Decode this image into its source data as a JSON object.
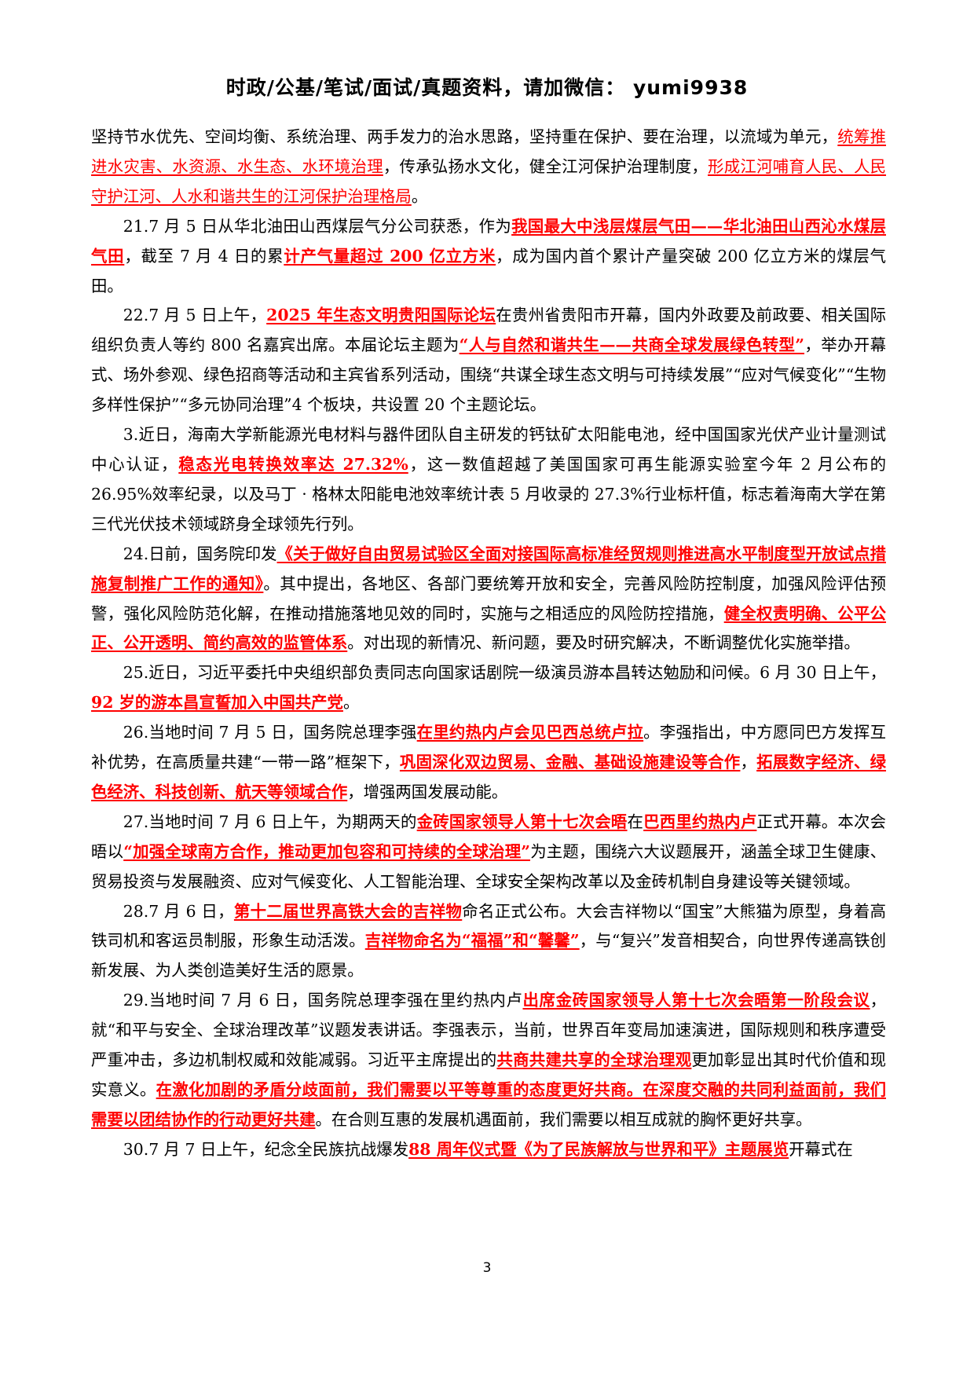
{
  "header": "时政/公基/笔试/面试/真题资料，请加微信： yumi9938",
  "page_number": "3",
  "colors": {
    "highlight": "#ff0000",
    "text": "#000000"
  },
  "paragraphs": [
    {
      "id": "p0",
      "segments": [
        {
          "t": "坚持节水优先、空间均衡、系统治理、两手发力的治水思路，坚持重在保护、要在治理，以流域为单元，"
        },
        {
          "t": "统筹推进水灾害、水资源、水生态、水环境治理",
          "hl": "thin"
        },
        {
          "t": "，传承弘扬水文化，健全江河保护治理制度，"
        },
        {
          "t": "形成江河哺育人民、人民守护江河、人水和谐共生的江河保护治理格局",
          "hl": "thin"
        },
        {
          "t": "。"
        }
      ]
    },
    {
      "id": "p21",
      "segments": [
        {
          "t": "21.7 月 5 日从华北油田山西煤层气分公司获悉，作为"
        },
        {
          "t": "我国最大中浅层煤层气田——华北油田山西沁水煤层气田",
          "hl": "bold"
        },
        {
          "t": "，截至 7 月 4 日的累"
        },
        {
          "t": "计产气量超过 200 亿立方米",
          "hl": "bold"
        },
        {
          "t": "，成为国内首个累计产量突破 200 亿立方米的煤层气田。"
        }
      ]
    },
    {
      "id": "p22",
      "segments": [
        {
          "t": "22.7 月 5 日上午，"
        },
        {
          "t": "2025 年生态文明贵阳国际论坛",
          "hl": "bold"
        },
        {
          "t": "在贵州省贵阳市开幕，国内外政要及前政要、相关国际组织负责人等约 800 名嘉宾出席。本届论坛主题为"
        },
        {
          "t": "“人与自然和谐共生——共商全球发展绿色转型”",
          "hl": "bold"
        },
        {
          "t": "，举办开幕式、场外参观、绿色招商等活动和主宾省系列活动，围绕“共谋全球生态文明与可持续发展”“应对气候变化”“生物多样性保护”“多元协同治理”4 个板块，共设置 20 个主题论坛。"
        }
      ]
    },
    {
      "id": "p3",
      "segments": [
        {
          "t": "3.近日，海南大学新能源光电材料与器件团队自主研发的钙钛矿太阳能电池，经中国国家光伏产业计量测试中心认证，"
        },
        {
          "t": "稳态光电转换效率达 27.32%",
          "hl": "bold"
        },
        {
          "t": "，这一数值超越了美国国家可再生能源实验室今年 2 月公布的 26.95%效率纪录，以及马丁 · 格林太阳能电池效率统计表 5 月收录的 27.3%行业标杆值，标志着海南大学在第三代光伏技术领域跻身全球领先行列。"
        }
      ]
    },
    {
      "id": "p24",
      "segments": [
        {
          "t": "24.日前，国务院印发"
        },
        {
          "t": "《关于做好自由贸易试验区全面对接国际高标准经贸规则推进高水平制度型开放试点措施复制推广工作的通知》",
          "hl": "bold"
        },
        {
          "t": "。其中提出，各地区、各部门要统筹开放和安全，完善风险防控制度，加强风险评估预警，强化风险防范化解，在推动措施落地见效的同时，实施与之相适应的风险防控措施，"
        },
        {
          "t": "健全权责明确、公平公正、公开透明、简约高效的监管体系",
          "hl": "bold"
        },
        {
          "t": "。对出现的新情况、新问题，要及时研究解决，不断调整优化实施举措。"
        }
      ]
    },
    {
      "id": "p25",
      "segments": [
        {
          "t": "25.近日，习近平委托中央组织部负责同志向国家话剧院一级演员游本昌转达勉励和问候。6 月 30 日上午，"
        },
        {
          "t": "92 岁的游本昌宣誓加入中国共产党",
          "hl": "bold"
        },
        {
          "t": "。"
        }
      ]
    },
    {
      "id": "p26",
      "segments": [
        {
          "t": "26.当地时间 7 月 5 日，国务院总理李强"
        },
        {
          "t": "在里约热内卢会见巴西总统卢拉",
          "hl": "bold"
        },
        {
          "t": "。李强指出，中方愿同巴方发挥互补优势，在高质量共建“一带一路”框架下，"
        },
        {
          "t": "巩固深化双边贸易、金融、基础设施建设等合作",
          "hl": "bold"
        },
        {
          "t": "，"
        },
        {
          "t": "拓展数字经济、绿色经济、科技创新、航天等领域合作",
          "hl": "bold"
        },
        {
          "t": "，增强两国发展动能。"
        }
      ]
    },
    {
      "id": "p27",
      "segments": [
        {
          "t": "27.当地时间 7 月 6 日上午，为期两天的"
        },
        {
          "t": "金砖国家领导人第十七次会晤",
          "hl": "bold"
        },
        {
          "t": "在"
        },
        {
          "t": "巴西里约热内卢",
          "hl": "bold"
        },
        {
          "t": "正式开幕。本次会晤以"
        },
        {
          "t": "“加强全球南方合作，推动更加包容和可持续的全球治理”",
          "hl": "bold"
        },
        {
          "t": "为主题，围绕六大议题展开，涵盖全球卫生健康、贸易投资与发展融资、应对气候变化、人工智能治理、全球安全架构改革以及金砖机制自身建设等关键领域。"
        }
      ]
    },
    {
      "id": "p28",
      "segments": [
        {
          "t": "28.7 月 6 日，"
        },
        {
          "t": "第十二届世界高铁大会的吉祥物",
          "hl": "bold"
        },
        {
          "t": "命名正式公布。大会吉祥物以“国宝”大熊猫为原型，身着高铁司机和客运员制服，形象生动活泼。"
        },
        {
          "t": "吉祥物命名为“福福”和“馨馨”",
          "hl": "bold"
        },
        {
          "t": "，与“复兴”发音相契合，向世界传递高铁创新发展、为人类创造美好生活的愿景。"
        }
      ]
    },
    {
      "id": "p29",
      "segments": [
        {
          "t": "29.当地时间 7 月 6 日，国务院总理李强在里约热内卢"
        },
        {
          "t": "出席金砖国家领导人第十七次会晤第一阶段会议",
          "hl": "bold"
        },
        {
          "t": "，就“和平与安全、全球治理改革”议题发表讲话。李强表示，当前，世界百年变局加速演进，国际规则和秩序遭受严重冲击，多边机制权威和效能减弱。习近平主席提出的"
        },
        {
          "t": "共商共建共享的全球治理观",
          "hl": "bold"
        },
        {
          "t": "更加彰显出其时代价值和现实意义。"
        },
        {
          "t": "在激化加剧的矛盾分歧面前，我们需要以平等尊重的态度更好共商。在深度交融的共同利益面前，我们需要以团结协作的行动更好共建",
          "hl": "bold"
        },
        {
          "t": "。在合则互惠的发展机遇面前，我们需要以相互成就的胸怀更好共享。"
        }
      ]
    },
    {
      "id": "p30",
      "segments": [
        {
          "t": "30.7 月 7 日上午，纪念全民族抗战爆发"
        },
        {
          "t": "88 周年仪式暨《为了民族解放与世界和平》主题展览",
          "hl": "bold"
        },
        {
          "t": "开幕式在"
        }
      ]
    }
  ]
}
